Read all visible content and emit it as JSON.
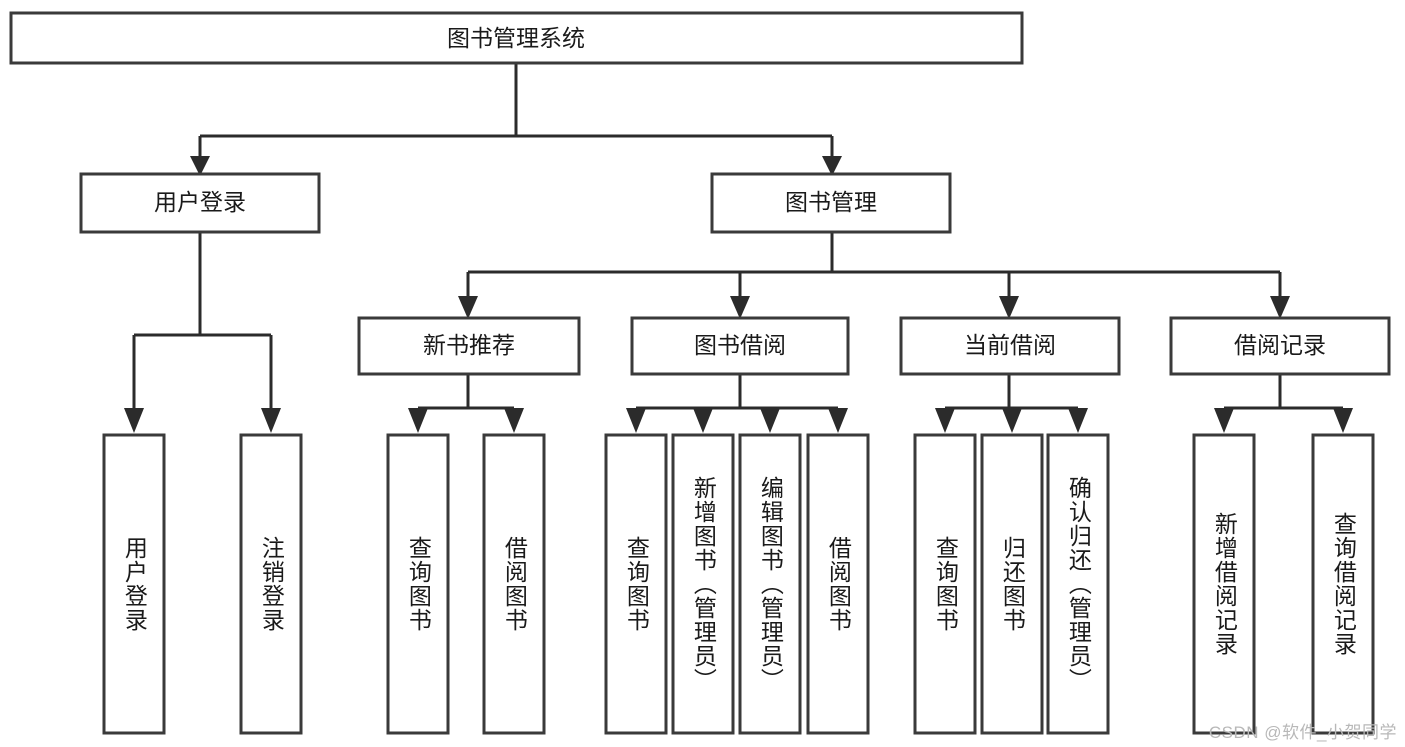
{
  "diagram": {
    "title": "图书管理系统",
    "watermark": "CSDN @软件_小贺同学",
    "style": {
      "box_stroke": "#3a3a3a",
      "connector_stroke": "#2b2b2b",
      "box_fill": "#ffffff",
      "background": "#ffffff",
      "text_color": "#1a1a1a",
      "watermark_color": "#b8b8b8"
    },
    "root": {
      "label": "图书管理系统",
      "orientation": "horizontal"
    },
    "level2": [
      {
        "label": "用户登录",
        "orientation": "horizontal"
      },
      {
        "label": "图书管理",
        "orientation": "horizontal"
      }
    ],
    "level3": [
      {
        "label": "新书推荐",
        "orientation": "horizontal"
      },
      {
        "label": "图书借阅",
        "orientation": "horizontal"
      },
      {
        "label": "当前借阅",
        "orientation": "horizontal"
      },
      {
        "label": "借阅记录",
        "orientation": "horizontal"
      }
    ],
    "leaves": {
      "user_login": [
        {
          "label": "用户登录",
          "orientation": "vertical"
        },
        {
          "label": "注销登录",
          "orientation": "vertical"
        }
      ],
      "new_book_recommend": [
        {
          "label": "查询图书",
          "orientation": "vertical"
        },
        {
          "label": "借阅图书",
          "orientation": "vertical"
        }
      ],
      "book_borrow": [
        {
          "label": "查询图书",
          "orientation": "vertical"
        },
        {
          "label": "新增图书（管理员）",
          "orientation": "vertical"
        },
        {
          "label": "编辑图书（管理员）",
          "orientation": "vertical"
        },
        {
          "label": "借阅图书",
          "orientation": "vertical"
        }
      ],
      "current_borrow": [
        {
          "label": "查询图书",
          "orientation": "vertical"
        },
        {
          "label": "归还图书",
          "orientation": "vertical"
        },
        {
          "label": "确认归还（管理员）",
          "orientation": "vertical"
        }
      ],
      "borrow_record": [
        {
          "label": "新增借阅记录",
          "orientation": "vertical"
        },
        {
          "label": "查询借阅记录",
          "orientation": "vertical"
        }
      ]
    }
  }
}
